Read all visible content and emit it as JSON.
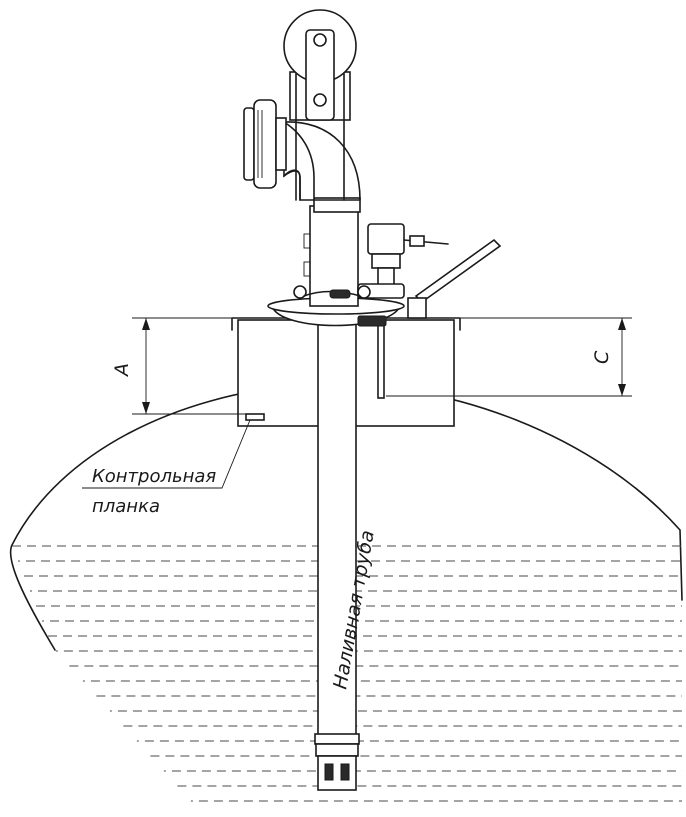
{
  "labels": {
    "dimension_a": "A",
    "dimension_c": "C",
    "control_strip_line1": "Контрольная",
    "control_strip_line2": "планка",
    "fill_pipe": "Наливная труба"
  }
}
